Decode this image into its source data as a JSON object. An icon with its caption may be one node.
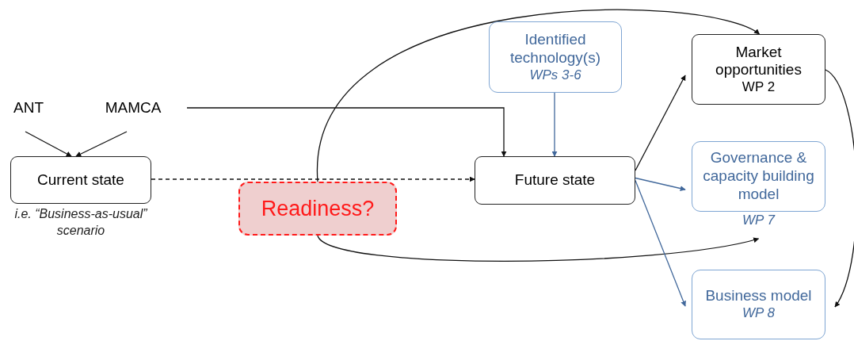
{
  "diagram": {
    "nodes": [
      {
        "text": [
          "ANT"
        ]
      },
      {
        "text": [
          "MAMCA"
        ]
      },
      {
        "text": [
          "Current state"
        ],
        "beside": [
          "i.e. “Business-as-usual” scenario"
        ]
      },
      {
        "text": [
          "Readiness?"
        ]
      },
      {
        "text": [
          "Identified technology(s)",
          "WPs 3-6"
        ]
      },
      {
        "text": [
          "Future state"
        ]
      },
      {
        "text": [
          "Market opportunities",
          "WP 2"
        ]
      },
      {
        "text": [
          "Governance & capacity building model",
          "WP 7"
        ]
      },
      {
        "text": [
          "Business model",
          "WP 8"
        ]
      }
    ],
    "edges": [
      {
        "from": 0,
        "to": 2,
        "arrow": "to"
      },
      {
        "from": 1,
        "to": 2,
        "arrow": "to"
      },
      {
        "from": 1,
        "to": 5,
        "arrow": "to"
      },
      {
        "from": 2,
        "to": 5,
        "arrow": "to",
        "style": "dashed"
      },
      {
        "from": 3,
        "to": 6,
        "arrow": "to"
      },
      {
        "from": 3,
        "to": 7,
        "arrow": "to"
      },
      {
        "from": 4,
        "to": 5,
        "arrow": "to",
        "color": "#41689b"
      },
      {
        "from": 5,
        "to": 6,
        "arrow": "to"
      },
      {
        "from": 5,
        "to": 7,
        "arrow": "to",
        "color": "#41689b"
      },
      {
        "from": 5,
        "to": 8,
        "arrow": "to",
        "color": "#41689b"
      },
      {
        "from": 6,
        "to": 8,
        "arrow": "to"
      }
    ]
  }
}
